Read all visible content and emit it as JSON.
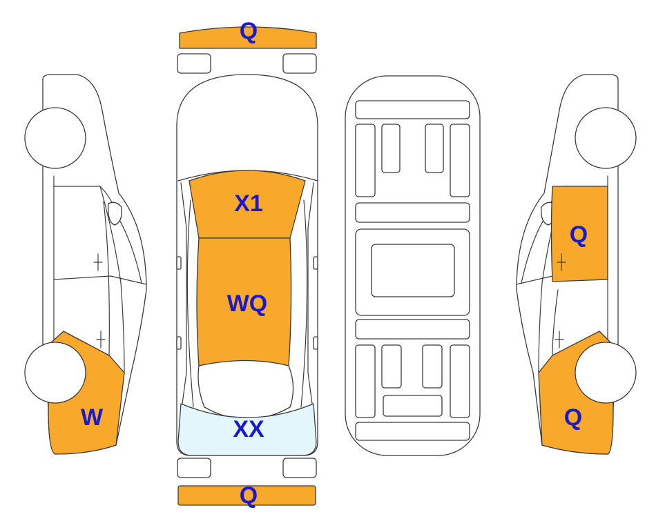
{
  "colors": {
    "damage": "#F8A92C",
    "glass_damage": "#E2F6FB",
    "label": "#1A1ACB",
    "outline": "#3A3A3A"
  },
  "labels": {
    "front_bumper": "Q",
    "hood": "X1",
    "roof": "WQ",
    "rear_window": "XX",
    "rear_bumper": "Q",
    "left_rear_quarter": "W",
    "right_rear_door": "Q",
    "right_rear_quarter": "Q"
  }
}
